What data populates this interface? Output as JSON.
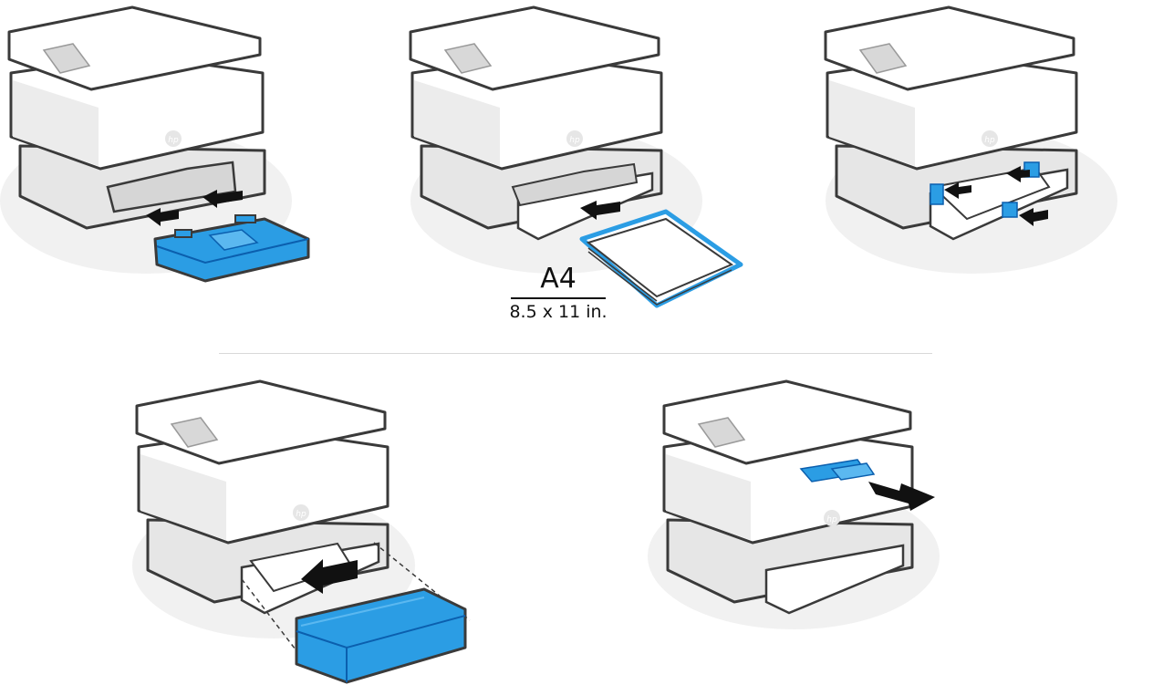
{
  "colors": {
    "accent_blue": "#2b9de4",
    "accent_blue_dark": "#0b5fae",
    "outline": "#3a3a3a",
    "body": "#ffffff",
    "shade": "#e8e8e8",
    "shadow": "#f1f1f1"
  },
  "icons": {
    "brand_logo": "hp-logo",
    "direction": "black-arrow"
  },
  "paper_size": {
    "primary": "A4",
    "secondary": "8.5 x 11 in."
  }
}
